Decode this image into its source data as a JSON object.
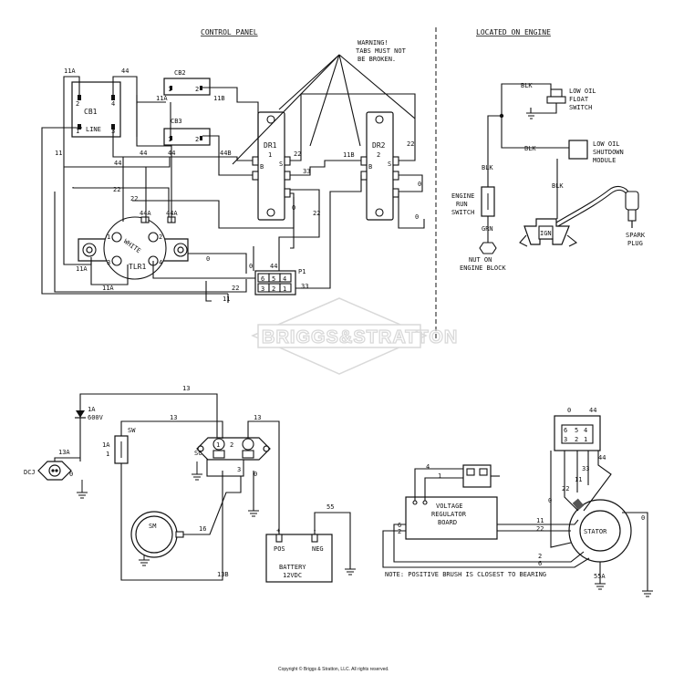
{
  "headers": {
    "control_panel": "CONTROL PANEL",
    "located_on_engine": "LOCATED ON ENGINE"
  },
  "warning": {
    "line1": "WARNING!",
    "line2": "TABS MUST NOT",
    "line3": "BE BROKEN."
  },
  "watermark": "BRIGGS&STRATTON",
  "copyright": "Copyright © Briggs & Stratton, LLC. All rights reserved.",
  "components": {
    "cb1": "CB1",
    "cb1_line": "LINE",
    "cb2": "CB2",
    "cb3": "CB3",
    "dr1": "DR1",
    "dr2": "DR2",
    "tlr1": "TLR1",
    "white": "WHITE",
    "p1": "P1",
    "blk": "BLK",
    "grn": "GRN",
    "low_oil_float_switch": [
      "LOW OIL",
      "FLOAT",
      "SWITCH"
    ],
    "low_oil_shutdown_module": [
      "LOW OIL",
      "SHUTDOWN",
      "MODULE"
    ],
    "engine_run_switch": [
      "ENGINE",
      "RUN",
      "SWITCH"
    ],
    "nut_on_engine_block": [
      "NUT ON",
      "ENGINE BLOCK"
    ],
    "spark_plug": [
      "SPARK",
      "PLUG"
    ],
    "ign": "IGN",
    "diode_rating": [
      "1A",
      "600V"
    ],
    "dcj": "DCJ",
    "sw": "SW",
    "sc": "SC",
    "sm": "SM",
    "battery": [
      "BATTERY",
      "12VDC"
    ],
    "pos": "POS",
    "neg": "NEG",
    "voltage_regulator_board": [
      "VOLTAGE",
      "REGULATOR",
      "BOARD"
    ],
    "stator": "STATOR"
  },
  "note": "NOTE: POSITIVE BRUSH IS CLOSEST TO BEARING",
  "wire_labels": {
    "w11A": "11A",
    "w44": "44",
    "w11": "11",
    "w11B": "11B",
    "w22": "22",
    "w44A": "44A",
    "w44B": "44B",
    "w33": "33",
    "w0": "0",
    "w13": "13",
    "w13A": "13A",
    "w13B": "13B",
    "w16": "16",
    "w55": "55",
    "w55A": "55A",
    "w1A": "1A",
    "w2": "2",
    "w4": "4",
    "w6": "6",
    "n1": "1",
    "n2": "2",
    "n3": "3",
    "n4": "4",
    "n5": "5",
    "n6": "6",
    "S": "S",
    "B": "B",
    "plus": "+",
    "minus": "-"
  },
  "colors": {
    "line": "#111111",
    "watermark": "#d9d9d9",
    "background": "#ffffff"
  }
}
